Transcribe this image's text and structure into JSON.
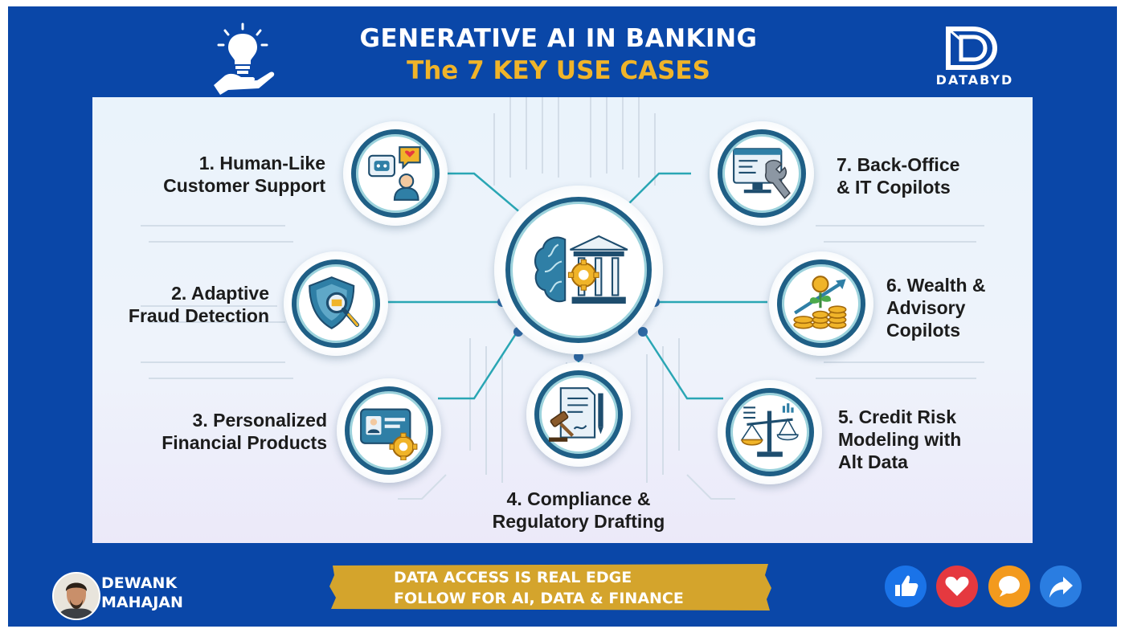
{
  "header": {
    "title": "GENERATIVE AI IN BANKING",
    "subtitle": "The 7 KEY USE CASES"
  },
  "brand": {
    "name": "DATABYD"
  },
  "use_cases": [
    {
      "line1": "1. Human-Like",
      "line2": "Customer Support",
      "icon": "chatbot-support-icon"
    },
    {
      "line1": "2. Adaptive",
      "line2": "Fraud Detection",
      "icon": "shield-magnifier-icon"
    },
    {
      "line1": "3. Personalized",
      "line2": "Financial Products",
      "icon": "card-gear-icon"
    },
    {
      "line1": "4. Compliance &",
      "line2": "Regulatory Drafting",
      "icon": "document-gavel-icon"
    },
    {
      "line1": "5. Credit Risk",
      "line2": "Modeling with",
      "line3": "Alt Data",
      "icon": "scales-chart-icon"
    },
    {
      "line1": "6. Wealth &",
      "line2": "Advisory",
      "line3": "Copilots",
      "icon": "coins-growth-icon"
    },
    {
      "line1": "7. Back-Office",
      "line2": "& IT Copilots",
      "icon": "monitor-wrench-icon"
    }
  ],
  "center": {
    "icon": "brain-bank-gear-icon"
  },
  "footer": {
    "author_first": "DEWANK",
    "author_last": "MAHAJAN",
    "banner_line1": "DATA ACCESS IS REAL EDGE",
    "banner_line2": "FOLLOW FOR AI, DATA & FINANCE"
  },
  "social": [
    {
      "name": "like",
      "color": "#1a73e8",
      "icon": "thumbs-up-icon"
    },
    {
      "name": "love",
      "color": "#e5393f",
      "icon": "heart-icon"
    },
    {
      "name": "comment",
      "color": "#f39a1e",
      "icon": "comment-icon"
    },
    {
      "name": "share",
      "color": "#2a7de1",
      "icon": "share-arrow-icon"
    }
  ],
  "colors": {
    "frame": "#0a47a8",
    "accent": "#f0b429",
    "ring": "#1f5f86",
    "connector": "#2aa6b4"
  }
}
